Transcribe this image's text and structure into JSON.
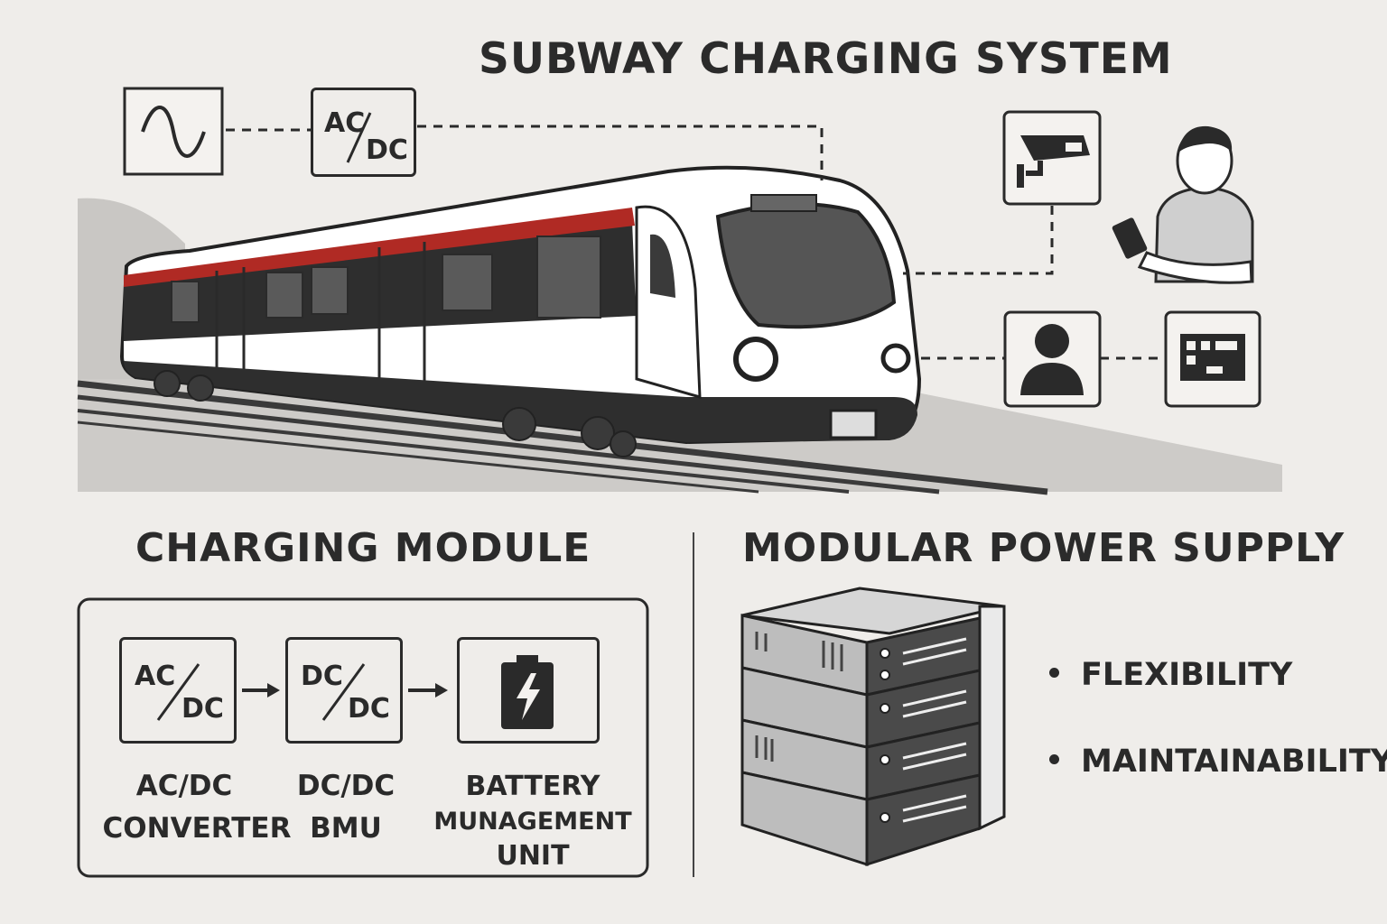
{
  "title": "SUBWAY CHARGING SYSTEM",
  "top_icons": {
    "ac_source": "ac-wave-icon",
    "converter": {
      "top": "AC",
      "bottom": "DC"
    },
    "camera": "cctv-camera-icon",
    "operator": "operator-with-tablet-icon",
    "user": "user-profile-icon",
    "panel": "control-panel-icon"
  },
  "charging_module": {
    "title": "CHARGING MODULE",
    "blocks": [
      {
        "top": "AC",
        "bottom": "DC",
        "label_lines": [
          "AC/DC",
          "CONVERTER"
        ]
      },
      {
        "top": "DC",
        "bottom": "DC",
        "label_lines": [
          "DC/DC",
          "BMU"
        ]
      },
      {
        "icon": "battery-bolt-icon",
        "label_lines": [
          "BATTERY",
          "MUNAGEMENT",
          "UNIT"
        ]
      }
    ]
  },
  "modular_power_supply": {
    "title": "MODULAR POWER SUPPLY",
    "icon": "server-rack-icon",
    "bullets": [
      "FLEXIBILITY",
      "MAINTAINABILITY"
    ]
  },
  "colors": {
    "background": "#efedea",
    "ink": "#2a2a2a",
    "train_stripe": "#b02a24",
    "ground": "#c9c7c4"
  }
}
